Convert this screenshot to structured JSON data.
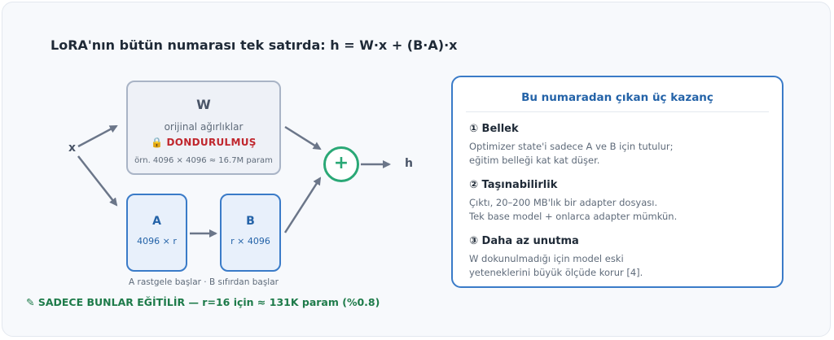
{
  "title": "LoRA'nın bütün numarası tek satırda: h = W·x + (B·A)·x",
  "diagram": {
    "input_label": "x",
    "output_label": "h",
    "plus_symbol": "+",
    "w_box": {
      "name": "W",
      "subtitle": "orijinal ağırlıklar",
      "lock_icon": "🔒",
      "frozen_label": "DONDURULMUŞ",
      "example": "örn. 4096 × 4096 ≈ 16.7M param"
    },
    "a_box": {
      "name": "A",
      "dims": "4096 × r"
    },
    "b_box": {
      "name": "B",
      "dims": "r × 4096"
    },
    "init_caption": "A rastgele başlar · B sıfırdan başlar",
    "train_note": "✎ SADECE BUNLAR EĞİTİLİR — r=16 için ≈ 131K param (%0.8)"
  },
  "panel": {
    "title": "Bu numaradan çıkan üç kazanç",
    "benefits": [
      {
        "title": "① Bellek",
        "lines": [
          "Optimizer state'i sadece A ve B için tutulur;",
          "eğitim belleği kat kat düşer."
        ]
      },
      {
        "title": "② Taşınabilirlik",
        "lines": [
          "Çıktı, 20–200 MB'lık bir adapter dosyası.",
          "Tek base model + onlarca adapter mümkün."
        ]
      },
      {
        "title": "③ Daha az unutma",
        "lines": [
          "W dokunulmadığı için model eski",
          "yeteneklerini büyük ölçüde korur [4]."
        ]
      }
    ]
  },
  "colors": {
    "frozen": "#c0262d",
    "trainable": "#3a7bc8",
    "train_note": "#1e7b4a",
    "sum": "#2aa876",
    "arrow": "#6b7689"
  }
}
